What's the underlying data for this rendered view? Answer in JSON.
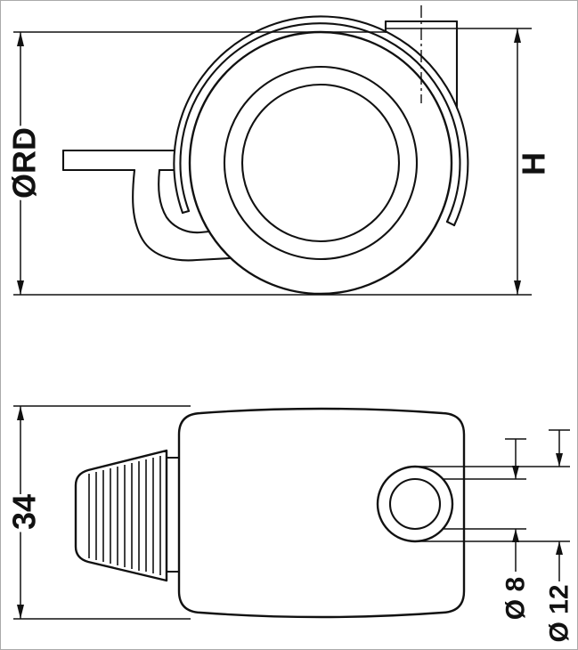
{
  "drawing": {
    "type": "caster-wheel-technical-drawing",
    "background_color": "#ffffff",
    "line_color": "#111111",
    "dimensions": {
      "wheel_diameter": {
        "label": "ØRD"
      },
      "overall_height": {
        "label": "H"
      },
      "body_height": {
        "label": "34"
      },
      "pin_hole_diameter": {
        "label": "Ø 8"
      },
      "pin_diameter": {
        "label": "Ø 12"
      }
    }
  }
}
